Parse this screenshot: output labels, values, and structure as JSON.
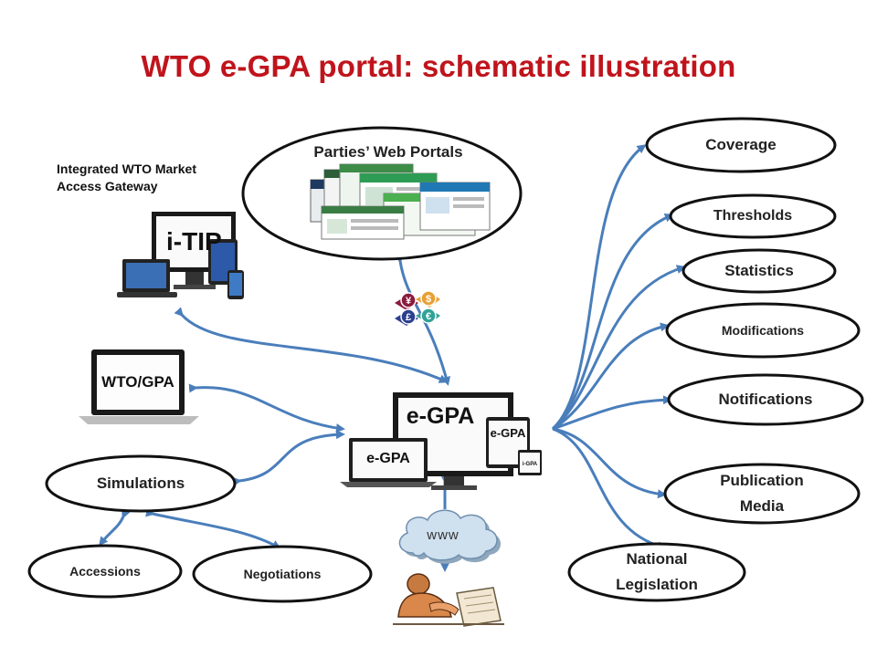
{
  "title": "WTO e-GPA portal: schematic illustration",
  "captions": {
    "itip_caption_line1": "Integrated WTO Market",
    "itip_caption_line2": "Access Gateway",
    "parties_portals": "Parties’ Web Portals"
  },
  "devices": {
    "itip": "i-TIP",
    "wto_gpa": "WTO/GPA",
    "egpa_main": "e-GPA",
    "egpa_laptop": "e-GPA",
    "egpa_tablet": "e-GPA",
    "egpa_phone": "i-GPA",
    "www": "www"
  },
  "right_nodes": [
    {
      "key": "coverage",
      "label": "Coverage"
    },
    {
      "key": "thresholds",
      "label": "Thresholds"
    },
    {
      "key": "statistics",
      "label": "Statistics"
    },
    {
      "key": "modifications",
      "label": "Modifications"
    },
    {
      "key": "notifications",
      "label": "Notifications"
    },
    {
      "key": "publication_media",
      "label": "Publication Media"
    },
    {
      "key": "national_legislation",
      "label": "National Legislation"
    }
  ],
  "left_nodes": {
    "simulations": "Simulations",
    "accessions": "Accessions",
    "negotiations": "Negotiations"
  },
  "currency_symbols": [
    "¥",
    "$",
    "£",
    "€"
  ],
  "colors": {
    "title": "#c0141c",
    "arrow": "#4a7ebb",
    "ellipse_stroke": "#111111",
    "currency_yen": "#8b1c3f",
    "currency_dollar": "#e8a033",
    "currency_pound": "#2c3f8f",
    "currency_euro": "#2fa39a"
  }
}
